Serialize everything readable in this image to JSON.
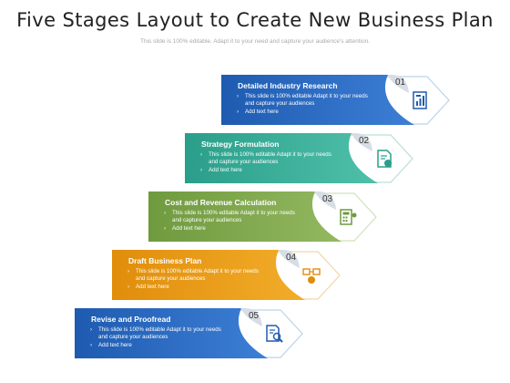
{
  "title": "Five Stages Layout to Create New Business Plan",
  "subtitle": "This slide is 100% editable. Adapt it to your need and capture your audience's attention.",
  "stages": [
    {
      "number": "01",
      "title": "Detailed Industry Research",
      "bullets": [
        "This slide is 100% editable Adapt it to your needs and capture your audiences",
        "Add text here"
      ],
      "color": "#1e5bb0",
      "color_light": "#3d7fd6",
      "icon": "report-chart-icon"
    },
    {
      "number": "02",
      "title": "Strategy Formulation",
      "bullets": [
        "This slide is 100% editable Adapt it to your needs and capture your audiences",
        "Add text here"
      ],
      "color": "#2a9e8a",
      "color_light": "#4fc0aa",
      "icon": "document-coin-icon"
    },
    {
      "number": "03",
      "title": "Cost and Revenue Calculation",
      "bullets": [
        "This slide is 100% editable Adapt it to your needs and capture your audiences",
        "Add text here"
      ],
      "color": "#6f9a3e",
      "color_light": "#93b860",
      "icon": "calculator-icon"
    },
    {
      "number": "04",
      "title": "Draft Business Plan",
      "bullets": [
        "This slide is 100% editable Adapt it to your needs and capture your audiences",
        "Add text here"
      ],
      "color": "#e08d0b",
      "color_light": "#f2ad2a",
      "icon": "money-flow-icon"
    },
    {
      "number": "05",
      "title": "Revise and Proofread",
      "bullets": [
        "This slide is 100% editable Adapt it to your needs and capture your audiences",
        "Add text here"
      ],
      "color": "#1e5bb0",
      "color_light": "#3d7fd6",
      "icon": "document-search-icon"
    }
  ]
}
